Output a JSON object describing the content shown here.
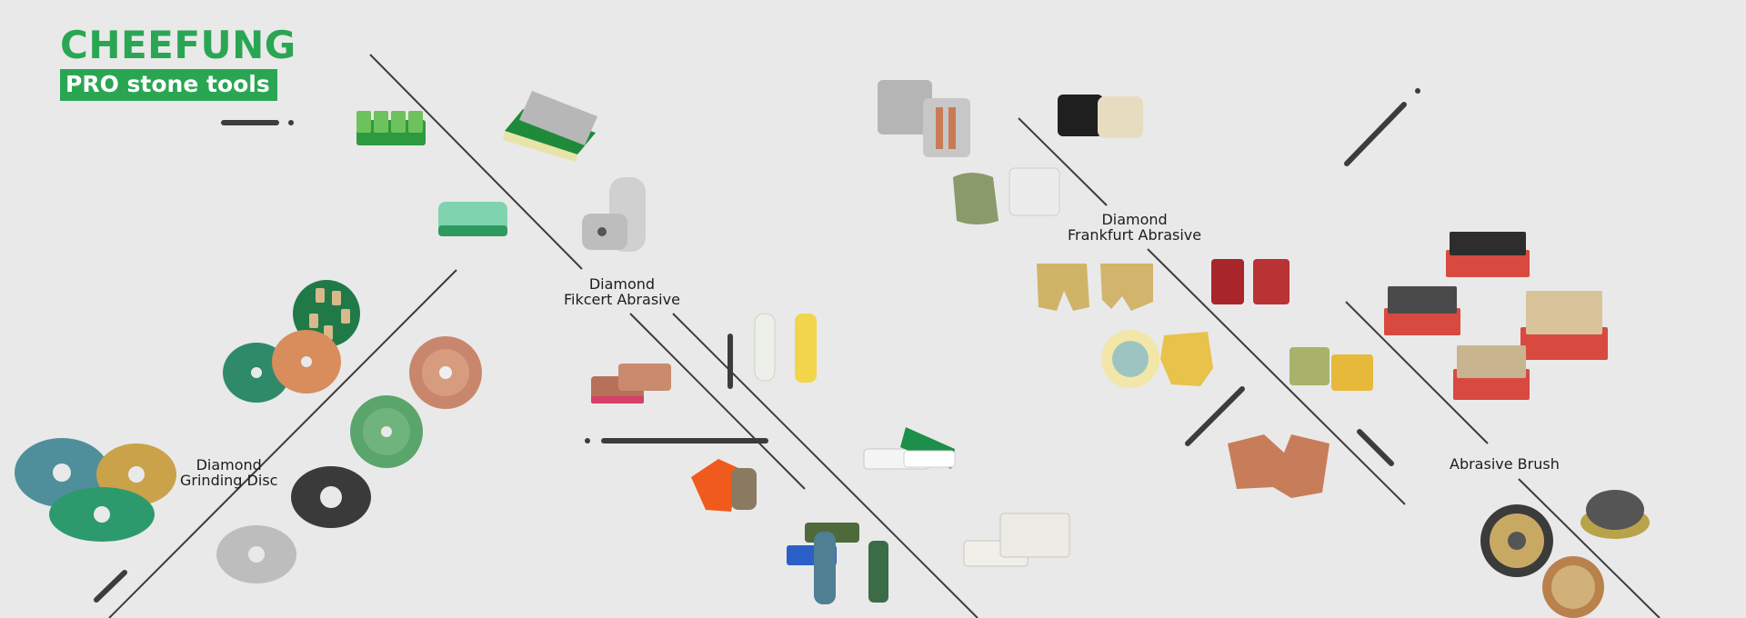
{
  "brand": {
    "name": "CHEEFUNG",
    "tagline": "PRO stone tools",
    "accent_color": "#2aa653"
  },
  "categories": [
    {
      "id": "grinding-disc",
      "line1": "Diamond",
      "line2": "Grinding Disc"
    },
    {
      "id": "fikcert",
      "line1": "Diamond",
      "line2": "Fikcert Abrasive"
    },
    {
      "id": "frankfurt",
      "line1": "Diamond",
      "line2": "Frankfurt Abrasive"
    },
    {
      "id": "brush",
      "line1": "Abrasive Brush",
      "line2": ""
    }
  ],
  "colors": {
    "background": "#e9e9ea",
    "line": "#3c3c3c",
    "green": "#2d8f3e",
    "copper": "#c9826a",
    "gold": "#c9a24a",
    "red": "#c9382f"
  }
}
